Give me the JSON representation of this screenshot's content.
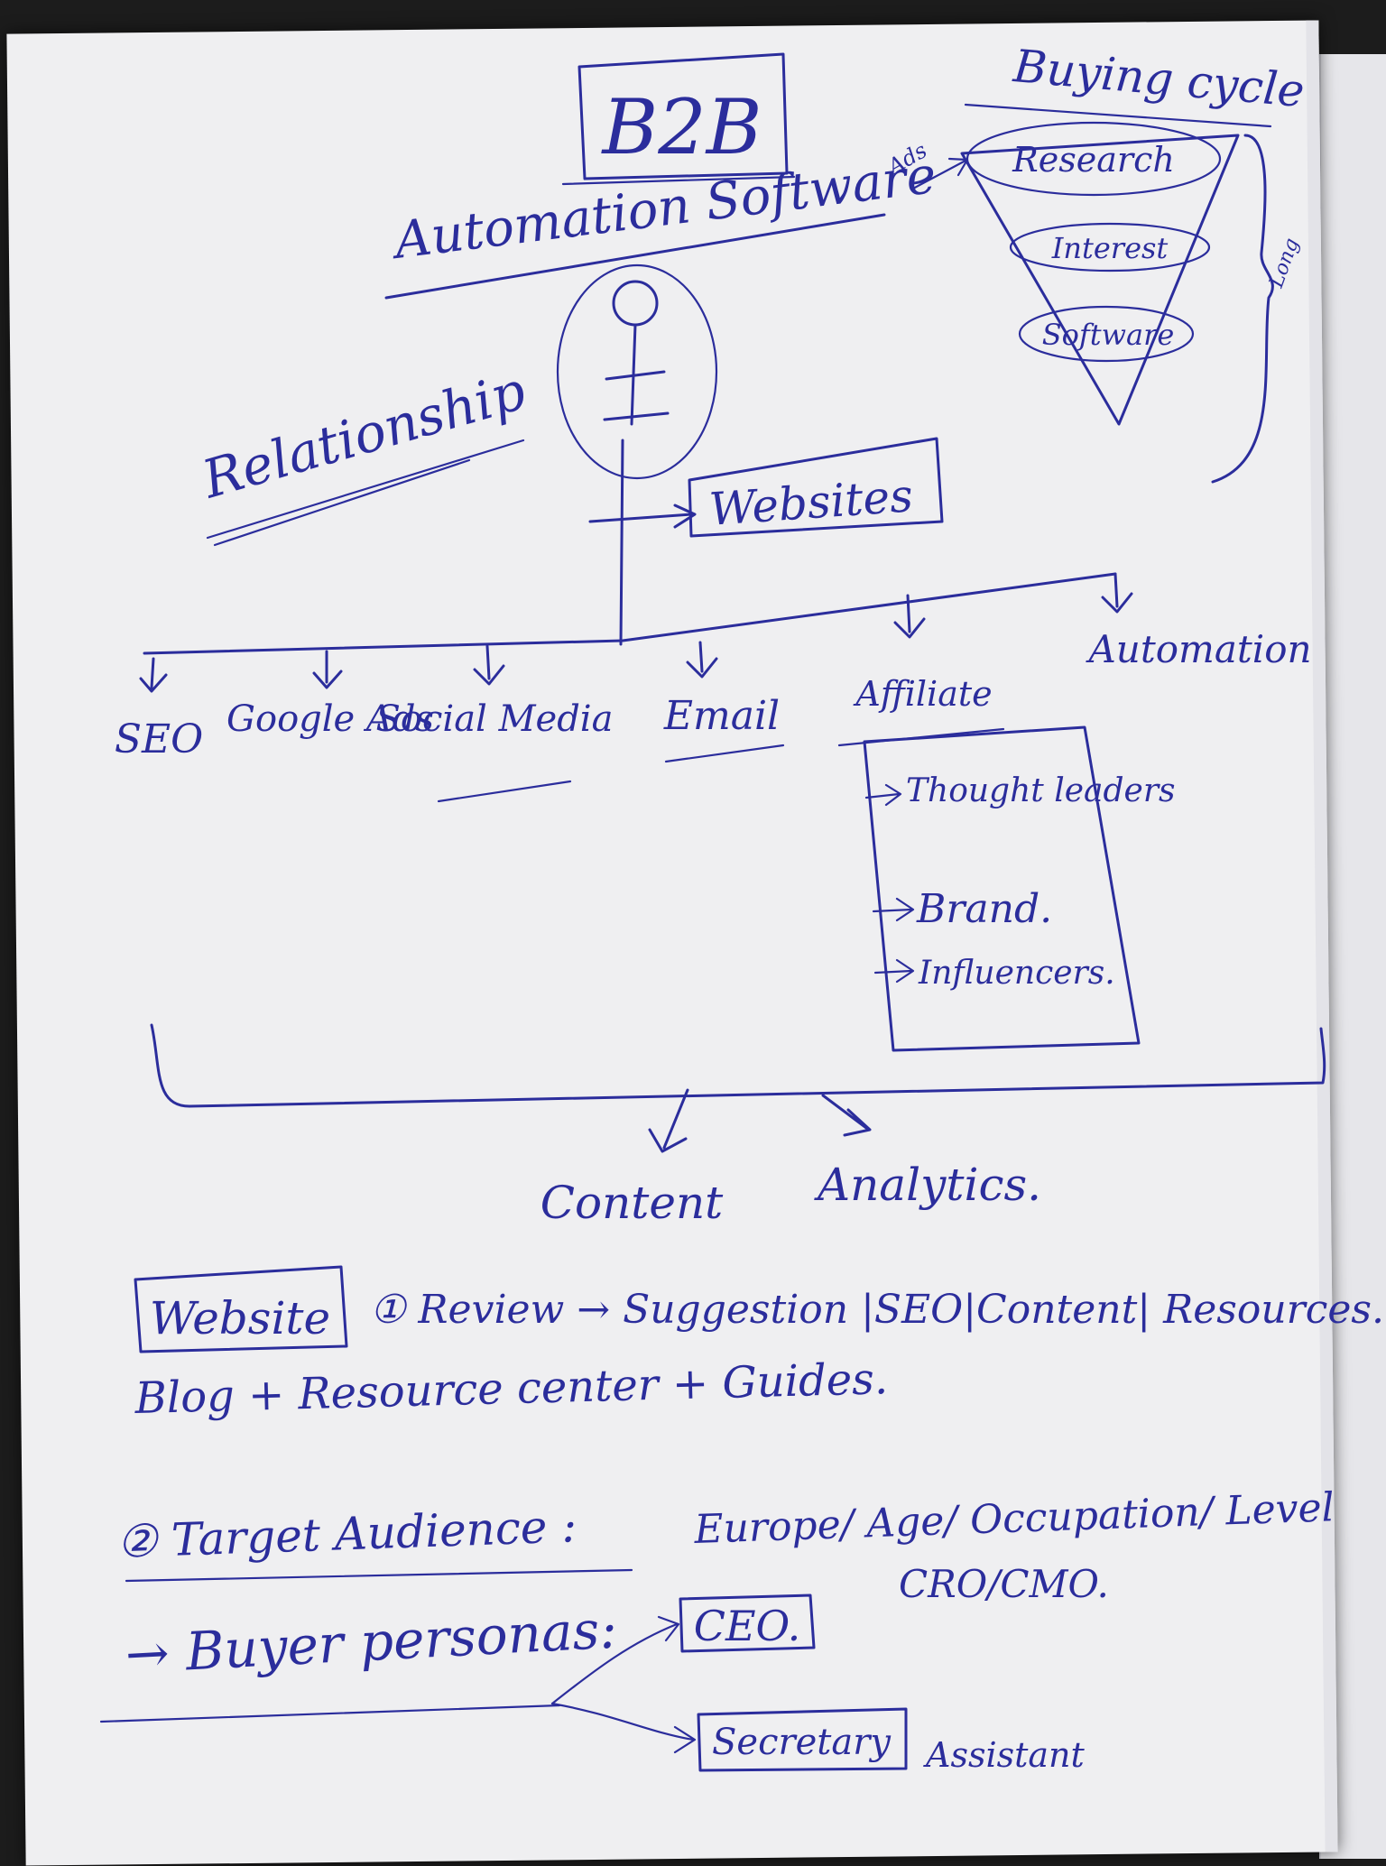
{
  "title": "B2B",
  "subtitle": "Automation Software",
  "relationship_label": "Relationship",
  "websites_box": "Websites",
  "buying_cycle": {
    "title": "Buying cycle",
    "ads_label": "Ads",
    "stages": [
      "Research",
      "Interest",
      "Software"
    ],
    "length_label": "Long"
  },
  "channels": [
    "SEO",
    "Google Ads",
    "Social Media",
    "Email",
    "Affiliate",
    "Automation"
  ],
  "affiliate_items": [
    "Thought leaders",
    "Brand.",
    "Influencers."
  ],
  "outputs": [
    "Content",
    "Analytics."
  ],
  "website_section": {
    "box_label": "Website",
    "line1": "① Review → Suggestion |SEO|Content| Resources.",
    "line2": "Blog + Resource center + Guides."
  },
  "target_section": {
    "label": "② Target Audience :",
    "details1": "Europe/ Age/ Occupation/ Level",
    "details2": "CRO/CMO."
  },
  "persona_section": {
    "label": "→ Buyer personas:",
    "personas": [
      "CEO.",
      "Secretary"
    ],
    "assistant": "Assistant"
  },
  "colors": {
    "ink": "#2b2d9c",
    "paper": "#efeff1",
    "background": "#1c1c1c"
  }
}
